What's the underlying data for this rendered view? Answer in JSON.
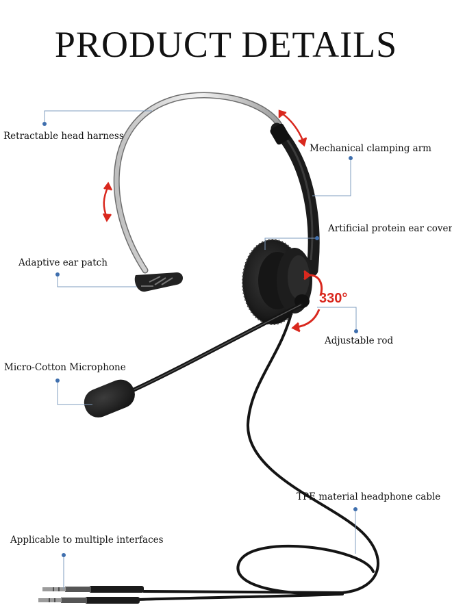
{
  "title": "PRODUCT DETAILS",
  "labels": {
    "head_harness": "Retractable head harness",
    "clamping_arm": "Mechanical clamping arm",
    "ear_cover": "Artificial protein ear cover",
    "ear_patch": "Adaptive ear patch",
    "rotation": "330°",
    "adjustable_rod": "Adjustable rod",
    "microphone": "Micro-Cotton Microphone",
    "cable": "TPE material headphone cable",
    "interfaces": "Applicable to multiple interfaces"
  },
  "colors": {
    "leader_line": "#7f9cbf",
    "leader_dot": "#3f6fae",
    "arrow": "#d9281e",
    "headset": "#1a1a1a"
  }
}
